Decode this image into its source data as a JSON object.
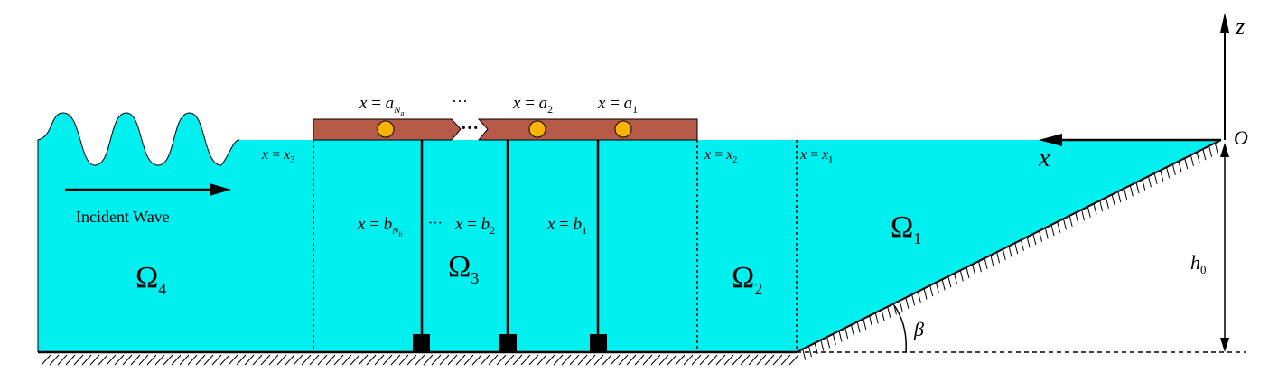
{
  "labels": {
    "incident_wave": "Incident Wave",
    "omega_symbol": "Ω",
    "omega1_sub": "1",
    "omega2_sub": "2",
    "omega3_sub": "3",
    "omega4_sub": "4",
    "x_eq": "x = ",
    "x_var": "x",
    "x1_sub": "1",
    "x2_sub": "2",
    "x3_sub": "3",
    "a_var": "a",
    "a1_sub": "1",
    "a2_sub": "2",
    "aNa_sub": "N",
    "aNa_subsub": "a",
    "b_var": "b",
    "b1_sub": "1",
    "b2_sub": "2",
    "bNb_sub": "N",
    "bNb_subsub": "b",
    "ellipsis": "···",
    "x_axis_label": "x",
    "z_axis_label": "z",
    "origin_label": "O",
    "h0_var": "h",
    "h0_sub": "0",
    "beta_label": "β"
  },
  "colors": {
    "water": "#00F0F0",
    "barrier": "#B55A47",
    "hinge": "#F9B300",
    "line": "#000000"
  }
}
